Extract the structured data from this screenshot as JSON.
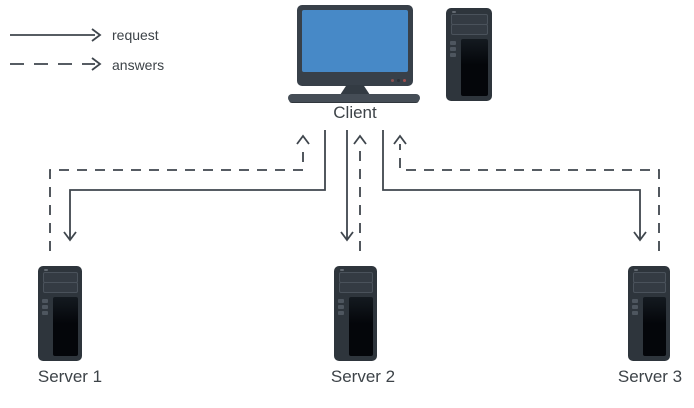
{
  "legend": {
    "request_label": "request",
    "answers_label": "answers"
  },
  "client": {
    "label": "Client"
  },
  "servers": [
    {
      "label": "Server 1"
    },
    {
      "label": "Server 2"
    },
    {
      "label": "Server 3"
    }
  ],
  "connections": [
    {
      "from": "Client",
      "to": "Server 1",
      "type": "request",
      "style": "solid"
    },
    {
      "from": "Client",
      "to": "Server 2",
      "type": "request",
      "style": "solid"
    },
    {
      "from": "Client",
      "to": "Server 3",
      "type": "request",
      "style": "solid"
    },
    {
      "from": "Server 1",
      "to": "Client",
      "type": "answers",
      "style": "dashed"
    },
    {
      "from": "Server 2",
      "to": "Client",
      "type": "answers",
      "style": "dashed"
    },
    {
      "from": "Server 3",
      "to": "Client",
      "type": "answers",
      "style": "dashed"
    }
  ],
  "colors": {
    "background": "#ffffff",
    "line": "#3f464d",
    "text": "#3d4348",
    "screen_blue": "#4789c7",
    "monitor_frame": "#384049",
    "tower_body": "#2e353c",
    "tower_panel": "#04060a"
  }
}
